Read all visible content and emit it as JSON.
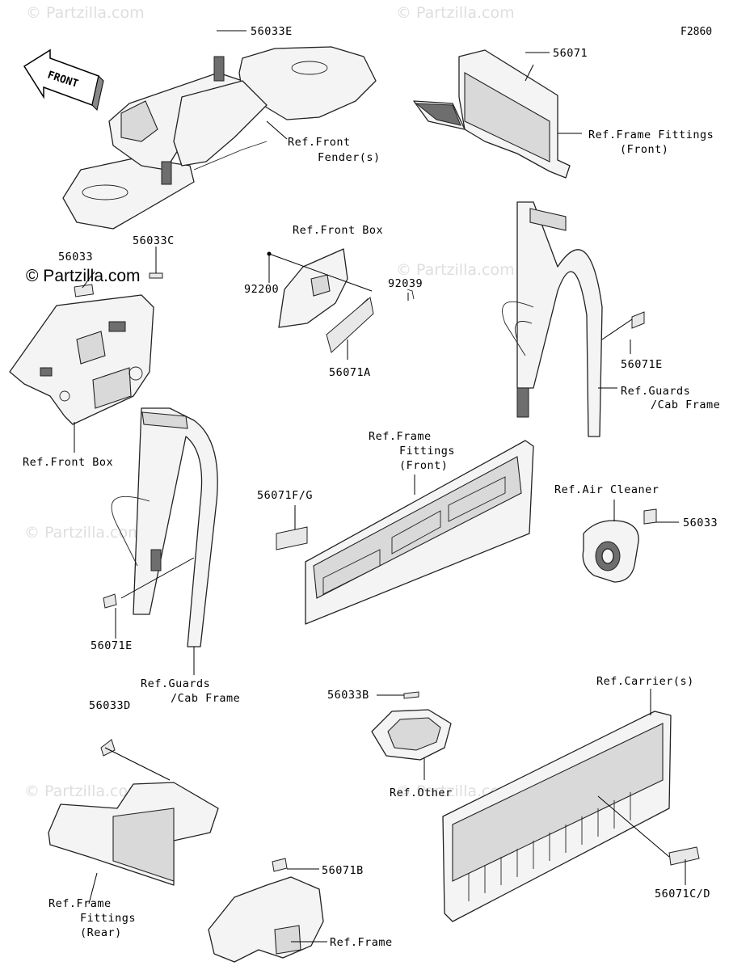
{
  "figure_code": "F2860",
  "copyright_brand": "© Partzilla.com",
  "watermark_text": "© Partzilla.com",
  "front_arrow_label": "FRONT",
  "labels": {
    "l_56033E": "56033E",
    "l_56071": "56071",
    "l_ref_front_fender_1": "Ref.Front",
    "l_ref_front_fender_2": "Fender(s)",
    "l_ref_frame_fittings_front_a1": "Ref.Frame Fittings",
    "l_ref_frame_fittings_front_a2": "(Front)",
    "l_56033_left": "56033",
    "l_56033C": "56033C",
    "l_ref_front_box_top": "Ref.Front Box",
    "l_92200": "92200",
    "l_92039": "92039",
    "l_56071A": "56071A",
    "l_56071E_right": "56071E",
    "l_ref_guards_right_1": "Ref.Guards",
    "l_ref_guards_right_2": "/Cab Frame",
    "l_ref_front_box_left": "Ref.Front Box",
    "l_ref_frame_fittings_front_b1": "Ref.Frame",
    "l_ref_frame_fittings_front_b2": "Fittings",
    "l_ref_frame_fittings_front_b3": "(Front)",
    "l_56071FG": "56071F/G",
    "l_ref_air_cleaner": "Ref.Air Cleaner",
    "l_56033_right": "56033",
    "l_56071E_left": "56071E",
    "l_ref_guards_left_1": "Ref.Guards",
    "l_ref_guards_left_2": "/Cab Frame",
    "l_ref_carriers": "Ref.Carrier(s)",
    "l_56033D": "56033D",
    "l_56033B": "56033B",
    "l_ref_other": "Ref.Other",
    "l_56071B": "56071B",
    "l_ref_frame": "Ref.Frame",
    "l_56071CD": "56071C/D",
    "l_ref_frame_fittings_rear_1": "Ref.Frame",
    "l_ref_frame_fittings_rear_2": "Fittings",
    "l_ref_frame_fittings_rear_3": "(Rear)"
  }
}
